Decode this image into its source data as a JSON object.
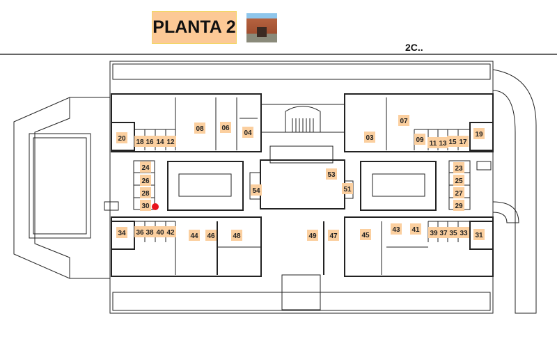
{
  "header": {
    "title": "PLANTA 2",
    "subtitle": "2C.."
  },
  "colors": {
    "label_bg": "#fbcf9f",
    "marker": "#e8141b",
    "wall": "#222222"
  },
  "marker": {
    "room": "30",
    "icon": "location-dot-icon"
  },
  "rooms": [
    {
      "label": "20"
    },
    {
      "label": "18"
    },
    {
      "label": "16"
    },
    {
      "label": "14"
    },
    {
      "label": "12"
    },
    {
      "label": "08"
    },
    {
      "label": "06"
    },
    {
      "label": "04"
    },
    {
      "label": "03"
    },
    {
      "label": "07"
    },
    {
      "label": "09"
    },
    {
      "label": "11"
    },
    {
      "label": "13"
    },
    {
      "label": "15"
    },
    {
      "label": "17"
    },
    {
      "label": "19"
    },
    {
      "label": "24"
    },
    {
      "label": "26"
    },
    {
      "label": "28"
    },
    {
      "label": "30"
    },
    {
      "label": "23"
    },
    {
      "label": "25"
    },
    {
      "label": "27"
    },
    {
      "label": "29"
    },
    {
      "label": "34"
    },
    {
      "label": "36"
    },
    {
      "label": "38"
    },
    {
      "label": "40"
    },
    {
      "label": "42"
    },
    {
      "label": "44"
    },
    {
      "label": "46"
    },
    {
      "label": "48"
    },
    {
      "label": "49"
    },
    {
      "label": "47"
    },
    {
      "label": "45"
    },
    {
      "label": "43"
    },
    {
      "label": "41"
    },
    {
      "label": "39"
    },
    {
      "label": "37"
    },
    {
      "label": "35"
    },
    {
      "label": "33"
    },
    {
      "label": "31"
    },
    {
      "label": "53"
    },
    {
      "label": "54"
    },
    {
      "label": "51"
    }
  ]
}
